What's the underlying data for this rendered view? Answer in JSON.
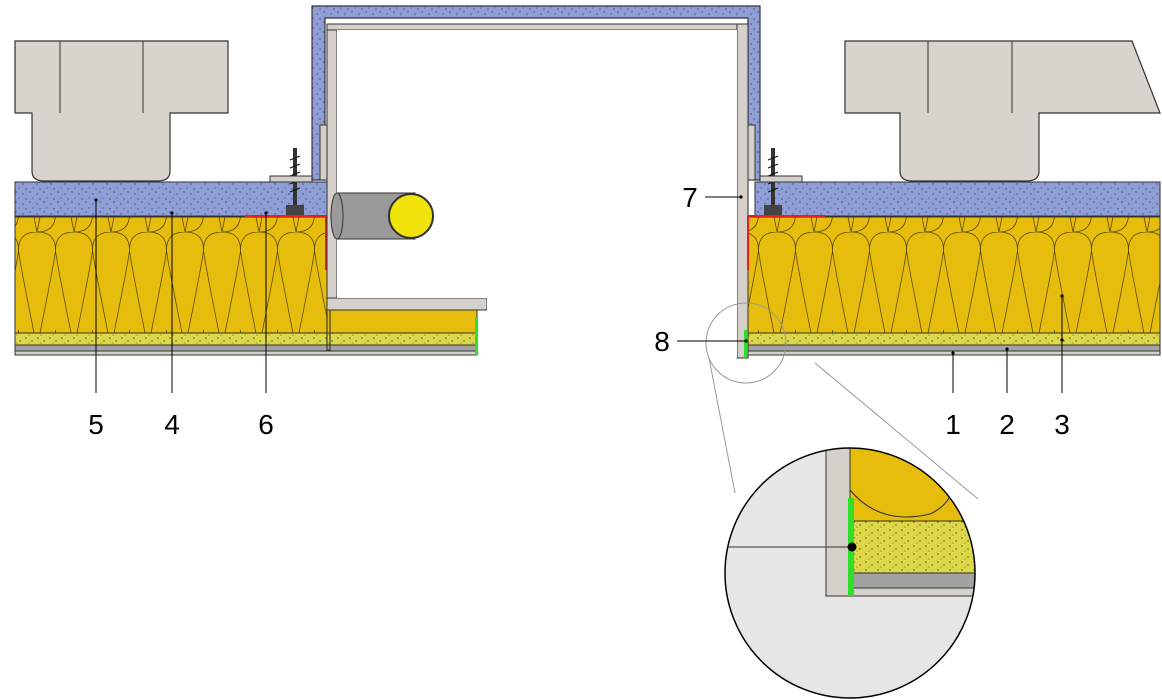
{
  "labels": {
    "l1": "1",
    "l2": "2",
    "l3": "3",
    "l4": "4",
    "l5": "5",
    "l6": "6",
    "l7": "7",
    "l8": "8"
  },
  "colors": {
    "insulation": "#e6bd0c",
    "screed": "#8f9fd6",
    "stone": "#d8d3cc",
    "lightLayer": "#eeeec0",
    "dottedLayer": "#dcd84a",
    "greyLayer": "#a3a3a3",
    "sealant": "#2fe02a",
    "redBead": "#e81e1e",
    "pipe": "#f0e40a",
    "pipeShadow": "#9a9a9a",
    "duct": "#ffffff",
    "metal": "#d5d1ca",
    "zoomBackground": "#e6e6e6"
  }
}
